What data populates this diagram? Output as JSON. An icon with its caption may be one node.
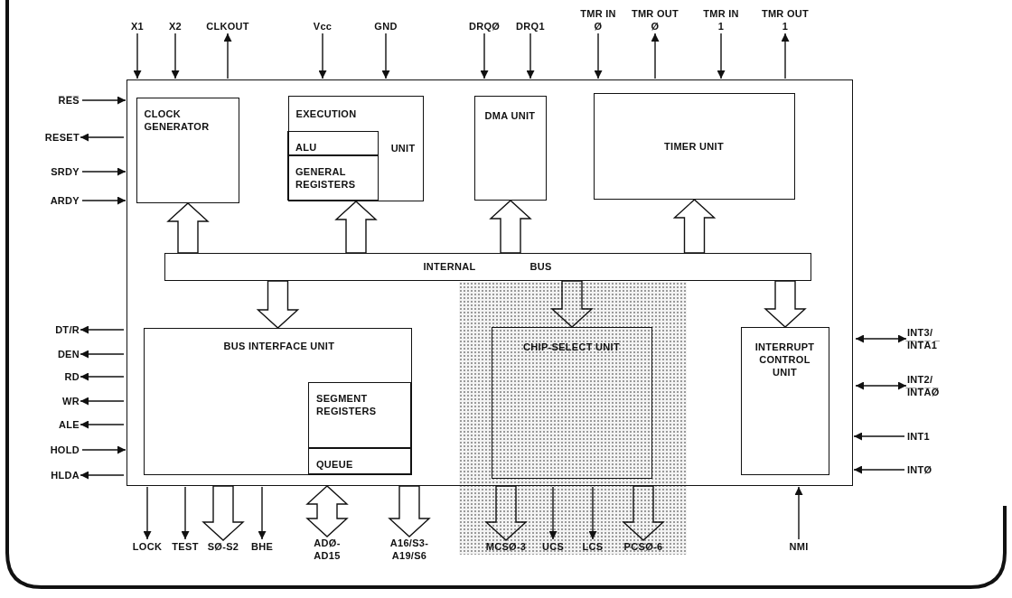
{
  "diagram": {
    "nodes": [
      {
        "text": [
          "X1"
        ]
      },
      {
        "text": [
          "X2"
        ]
      },
      {
        "text": [
          "CLKOUT"
        ]
      },
      {
        "text": [
          "Vcc"
        ]
      },
      {
        "text": [
          "GND"
        ]
      },
      {
        "text": [
          "DRQØ"
        ]
      },
      {
        "text": [
          "DRQ1"
        ]
      },
      {
        "text": [
          "TMR IN Ø"
        ]
      },
      {
        "text": [
          "TMR OUT Ø"
        ]
      },
      {
        "text": [
          "TMR IN 1"
        ]
      },
      {
        "text": [
          "TMR OUT 1"
        ]
      },
      {
        "text": [
          "R̅E̅S̅"
        ]
      },
      {
        "text": [
          "RESET"
        ]
      },
      {
        "text": [
          "SRDY"
        ]
      },
      {
        "text": [
          "ARDY"
        ]
      },
      {
        "text": [],
        "shape": "box"
      },
      {
        "text": [
          "CLOCK GENERATOR"
        ],
        "in": 15
      },
      {
        "text": [
          "EXECUTION",
          "UNIT"
        ],
        "in": 15
      },
      {
        "text": [
          "ALU"
        ],
        "in": 17
      },
      {
        "text": [
          "GENERAL REGISTERS"
        ],
        "in": 17
      },
      {
        "text": [
          "DMA UNIT"
        ],
        "in": 15
      },
      {
        "text": [
          "TIMER UNIT"
        ],
        "in": 15
      },
      {
        "text": [
          "INTERNAL",
          "BUS"
        ],
        "in": 15
      },
      {
        "text": [
          "DT/R"
        ]
      },
      {
        "text": [
          "DEN"
        ]
      },
      {
        "text": [
          "RD"
        ]
      },
      {
        "text": [
          "WR"
        ]
      },
      {
        "text": [
          "ALE"
        ]
      },
      {
        "text": [
          "HOLD"
        ]
      },
      {
        "text": [
          "HLDA"
        ]
      },
      {
        "text": [
          "BUS INTERFACE UNIT"
        ],
        "in": 15
      },
      {
        "text": [
          "SEGMENT REGISTERS"
        ],
        "in": 30
      },
      {
        "text": [
          "QUEUE"
        ],
        "in": 30
      },
      {
        "text": [
          "CHIP-SELECT UNIT"
        ],
        "in": 15
      },
      {
        "text": [
          "INTERRUPT CONTROL UNIT"
        ],
        "in": 15
      },
      {
        "text": [
          "INT3/ I̅N̅T̅A̅1̅"
        ]
      },
      {
        "text": [
          "INT2/ I̅N̅T̅A̅Ø̅"
        ]
      },
      {
        "text": [
          "INT1"
        ]
      },
      {
        "text": [
          "INTØ"
        ]
      },
      {
        "text": [
          "LOCK"
        ]
      },
      {
        "text": [
          "TEST"
        ]
      },
      {
        "text": [
          "SØ-S2"
        ]
      },
      {
        "text": [
          "BHE"
        ]
      },
      {
        "text": [
          "ADØ- AD15"
        ]
      },
      {
        "text": [
          "A16/S3- A19/S6"
        ]
      },
      {
        "text": [
          "MCSØ-3"
        ]
      },
      {
        "text": [
          "UCS"
        ]
      },
      {
        "text": [
          "LCS"
        ]
      },
      {
        "text": [
          "PCSØ-6"
        ]
      },
      {
        "text": [
          "NMI"
        ]
      }
    ],
    "edges": [
      {
        "from": 0,
        "to": 15,
        "arrow": "to"
      },
      {
        "from": 1,
        "to": 15,
        "arrow": "to"
      },
      {
        "from": 15,
        "to": 2,
        "arrow": "to"
      },
      {
        "from": 3,
        "to": 15,
        "arrow": "to"
      },
      {
        "from": 4,
        "to": 15,
        "arrow": "to"
      },
      {
        "from": 5,
        "to": 15,
        "arrow": "to"
      },
      {
        "from": 6,
        "to": 15,
        "arrow": "to"
      },
      {
        "from": 7,
        "to": 15,
        "arrow": "to"
      },
      {
        "from": 15,
        "to": 8,
        "arrow": "to"
      },
      {
        "from": 9,
        "to": 15,
        "arrow": "to"
      },
      {
        "from": 15,
        "to": 10,
        "arrow": "to"
      },
      {
        "from": 11,
        "to": 15,
        "arrow": "to"
      },
      {
        "from": 15,
        "to": 12,
        "arrow": "to"
      },
      {
        "from": 13,
        "to": 15,
        "arrow": "to"
      },
      {
        "from": 14,
        "to": 15,
        "arrow": "to"
      },
      {
        "from": 22,
        "to": 16,
        "arrow": "to",
        "style": "thick"
      },
      {
        "from": 22,
        "to": 17,
        "arrow": "to",
        "style": "thick"
      },
      {
        "from": 22,
        "to": 20,
        "arrow": "to",
        "style": "thick"
      },
      {
        "from": 22,
        "to": 21,
        "arrow": "to",
        "style": "thick"
      },
      {
        "from": 22,
        "to": 30,
        "arrow": "to",
        "style": "thick"
      },
      {
        "from": 22,
        "to": 33,
        "arrow": "to",
        "style": "thick"
      },
      {
        "from": 22,
        "to": 34,
        "arrow": "to",
        "style": "thick"
      },
      {
        "from": 15,
        "to": 23,
        "arrow": "to"
      },
      {
        "from": 15,
        "to": 24,
        "arrow": "to"
      },
      {
        "from": 15,
        "to": 25,
        "arrow": "to"
      },
      {
        "from": 15,
        "to": 26,
        "arrow": "to"
      },
      {
        "from": 15,
        "to": 27,
        "arrow": "to"
      },
      {
        "from": 28,
        "to": 15,
        "arrow": "to"
      },
      {
        "from": 15,
        "to": 29,
        "arrow": "to"
      },
      {
        "from": 15,
        "to": 35,
        "arrow": "both"
      },
      {
        "from": 15,
        "to": 36,
        "arrow": "both"
      },
      {
        "from": 37,
        "to": 15,
        "arrow": "to"
      },
      {
        "from": 38,
        "to": 15,
        "arrow": "to"
      },
      {
        "from": 15,
        "to": 39,
        "arrow": "to"
      },
      {
        "from": 15,
        "to": 40,
        "arrow": "to"
      },
      {
        "from": 15,
        "to": 41,
        "arrow": "to",
        "style": "thick"
      },
      {
        "from": 15,
        "to": 42,
        "arrow": "to"
      },
      {
        "from": 15,
        "to": 43,
        "arrow": "both",
        "style": "thick"
      },
      {
        "from": 15,
        "to": 44,
        "arrow": "to",
        "style": "thick"
      },
      {
        "from": 15,
        "to": 45,
        "arrow": "to",
        "style": "thick"
      },
      {
        "from": 15,
        "to": 46,
        "arrow": "to"
      },
      {
        "from": 15,
        "to": 47,
        "arrow": "to"
      },
      {
        "from": 15,
        "to": 48,
        "arrow": "to",
        "style": "thick"
      },
      {
        "from": 49,
        "to": 15,
        "arrow": "to"
      }
    ]
  }
}
